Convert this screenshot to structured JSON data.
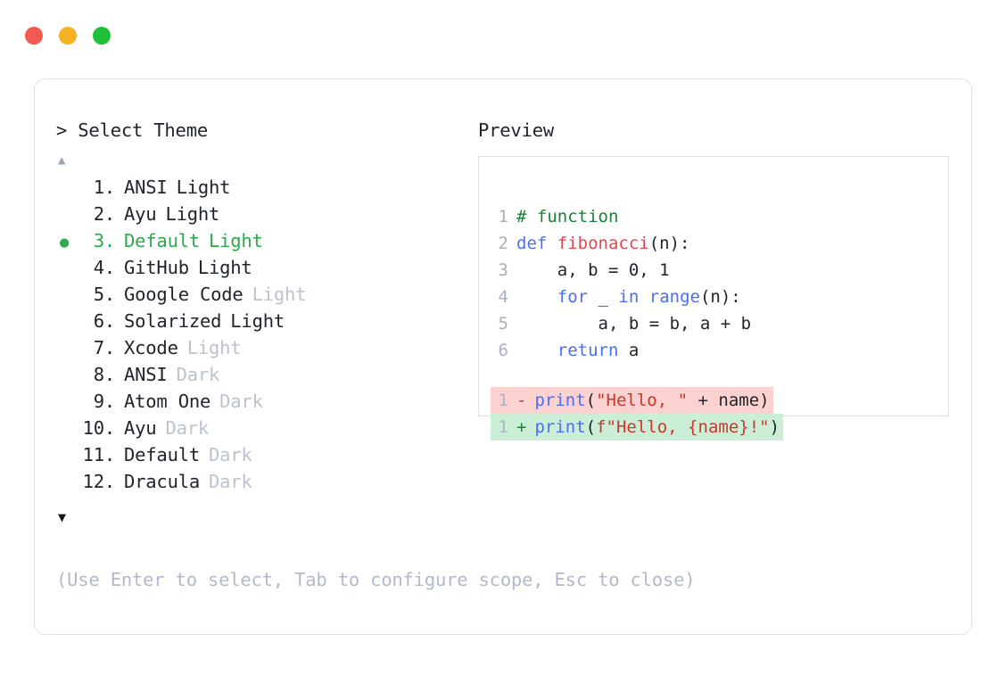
{
  "window": {
    "dots": [
      {
        "name": "close",
        "color": "#f4594f"
      },
      {
        "name": "minimize",
        "color": "#f5b223"
      },
      {
        "name": "zoom",
        "color": "#20c038"
      }
    ]
  },
  "prompt": {
    "title": "> Select Theme",
    "scroll_up": "▲",
    "scroll_down": "▼",
    "selected_index": 3,
    "bullet": "●",
    "items": [
      {
        "index": " 1.",
        "name": "ANSI",
        "suffix": "Light",
        "suffix_muted": false,
        "selected": false
      },
      {
        "index": " 2.",
        "name": "Ayu",
        "suffix": "Light",
        "suffix_muted": false,
        "selected": false
      },
      {
        "index": " 3.",
        "name": "Default",
        "suffix": "Light",
        "suffix_muted": false,
        "selected": true
      },
      {
        "index": " 4.",
        "name": "GitHub",
        "suffix": "Light",
        "suffix_muted": false,
        "selected": false
      },
      {
        "index": " 5.",
        "name": "Google Code",
        "suffix": "Light",
        "suffix_muted": true,
        "selected": false
      },
      {
        "index": " 6.",
        "name": "Solarized",
        "suffix": "Light",
        "suffix_muted": false,
        "selected": false
      },
      {
        "index": " 7.",
        "name": "Xcode",
        "suffix": "Light",
        "suffix_muted": true,
        "selected": false
      },
      {
        "index": " 8.",
        "name": "ANSI",
        "suffix": "Dark",
        "suffix_muted": true,
        "selected": false
      },
      {
        "index": " 9.",
        "name": "Atom One",
        "suffix": "Dark",
        "suffix_muted": true,
        "selected": false
      },
      {
        "index": "10.",
        "name": "Ayu",
        "suffix": "Dark",
        "suffix_muted": true,
        "selected": false
      },
      {
        "index": "11.",
        "name": "Default",
        "suffix": "Dark",
        "suffix_muted": true,
        "selected": false
      },
      {
        "index": "12.",
        "name": "Dracula",
        "suffix": "Dark",
        "suffix_muted": true,
        "selected": false
      }
    ]
  },
  "preview": {
    "title": "Preview",
    "code_lines": [
      {
        "ln": "1",
        "tokens": [
          {
            "t": "# function",
            "c": "tok-comment"
          }
        ]
      },
      {
        "ln": "2",
        "tokens": [
          {
            "t": "def ",
            "c": "tok-keyword"
          },
          {
            "t": "fibonacci",
            "c": "tok-func"
          },
          {
            "t": "(n):",
            "c": "tok-plain"
          }
        ]
      },
      {
        "ln": "3",
        "tokens": [
          {
            "t": "    a, b = 0, 1",
            "c": "tok-plain"
          }
        ]
      },
      {
        "ln": "4",
        "tokens": [
          {
            "t": "    ",
            "c": "tok-plain"
          },
          {
            "t": "for",
            "c": "tok-keyword"
          },
          {
            "t": " _ ",
            "c": "tok-plain"
          },
          {
            "t": "in",
            "c": "tok-keyword"
          },
          {
            "t": " ",
            "c": "tok-plain"
          },
          {
            "t": "range",
            "c": "tok-builtin"
          },
          {
            "t": "(n):",
            "c": "tok-plain"
          }
        ]
      },
      {
        "ln": "5",
        "tokens": [
          {
            "t": "        a, b = b, a + b",
            "c": "tok-plain"
          }
        ]
      },
      {
        "ln": "6",
        "tokens": [
          {
            "t": "    ",
            "c": "tok-plain"
          },
          {
            "t": "return",
            "c": "tok-keyword"
          },
          {
            "t": " a",
            "c": "tok-plain"
          }
        ]
      }
    ],
    "diff_lines": [
      {
        "ln": "1",
        "mark": "-",
        "kind": "del",
        "tokens": [
          {
            "t": "print",
            "c": "tok-builtin"
          },
          {
            "t": "(",
            "c": "tok-plain"
          },
          {
            "t": "\"Hello, \"",
            "c": "tok-string"
          },
          {
            "t": " + name)",
            "c": "tok-plain"
          }
        ]
      },
      {
        "ln": "1",
        "mark": "+",
        "kind": "ins",
        "tokens": [
          {
            "t": "print",
            "c": "tok-builtin"
          },
          {
            "t": "(",
            "c": "tok-plain"
          },
          {
            "t": "f\"Hello, {name}!\"",
            "c": "tok-string"
          },
          {
            "t": ")",
            "c": "tok-plain"
          }
        ]
      }
    ]
  },
  "footer": {
    "hint": "(Use Enter to select, Tab to configure scope, Esc to close)"
  },
  "colors": {
    "selected_green": "#2fa94b",
    "muted_text": "#bcc2d0",
    "hint_text": "#b3b9cc",
    "card_border": "#dfe1e9",
    "preview_border": "#dde0e7",
    "diff_del_bg": "#fbd2cf",
    "diff_ins_bg": "#caeed6",
    "comment": "#1a7f37",
    "keyword": "#4a6ef5",
    "function": "#e5484d",
    "string": "#d0342c"
  }
}
